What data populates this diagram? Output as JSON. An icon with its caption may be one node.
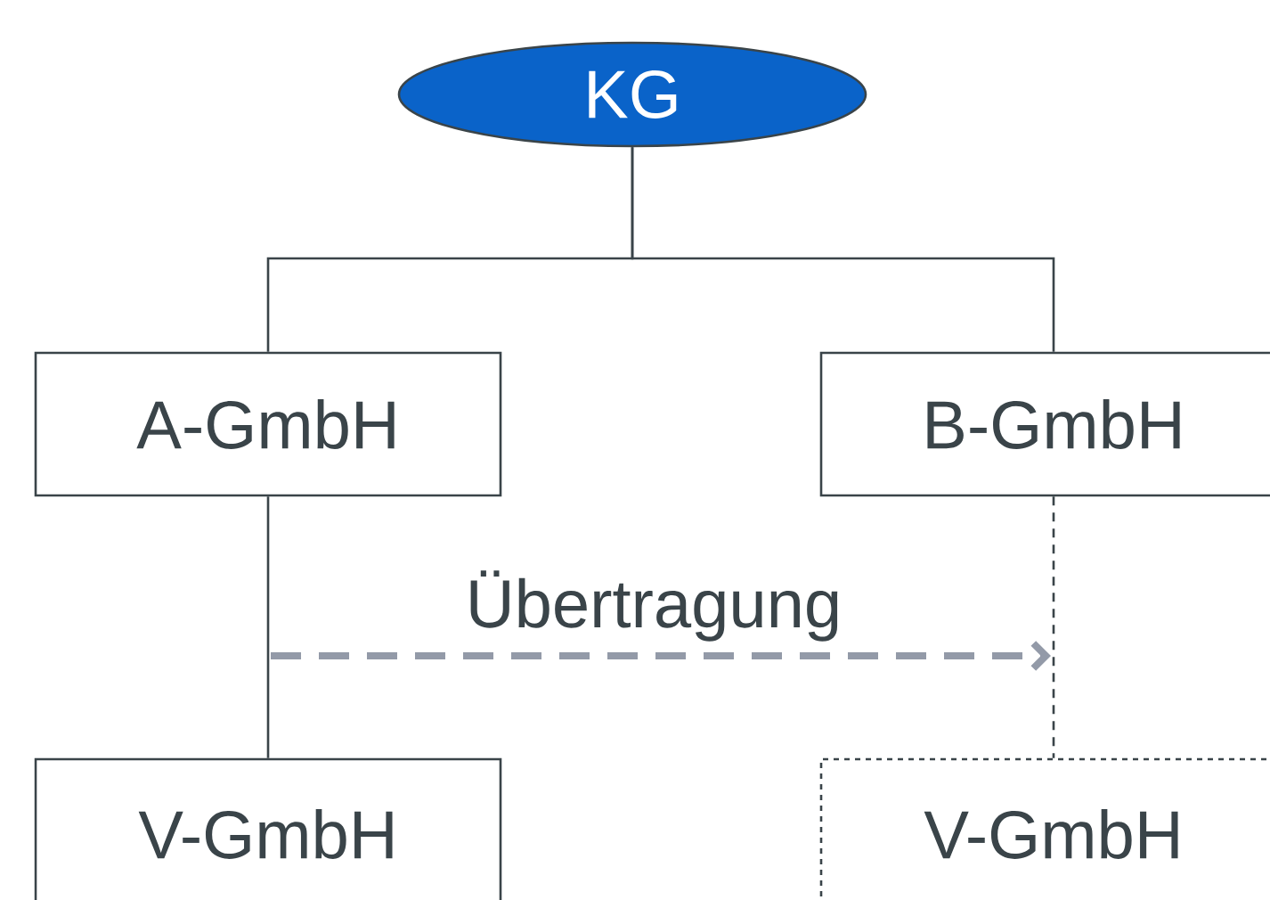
{
  "diagram": {
    "nodes": [
      {
        "text": [
          "KG"
        ]
      },
      {
        "text": [
          "A-GmbH"
        ]
      },
      {
        "text": [
          "B-GmbH"
        ]
      },
      {
        "text": [
          "V-GmbH"
        ]
      },
      {
        "text": [
          "V-GmbH"
        ]
      }
    ],
    "edges": [
      {
        "from": 0,
        "to": 1,
        "arrow": "none"
      },
      {
        "from": 0,
        "to": 2,
        "arrow": "none"
      },
      {
        "from": 1,
        "to": 3,
        "arrow": "none"
      },
      {
        "from": 2,
        "to": 4,
        "arrow": "none",
        "style": "dashed"
      }
    ],
    "labels": [
      "Übertragung"
    ]
  }
}
